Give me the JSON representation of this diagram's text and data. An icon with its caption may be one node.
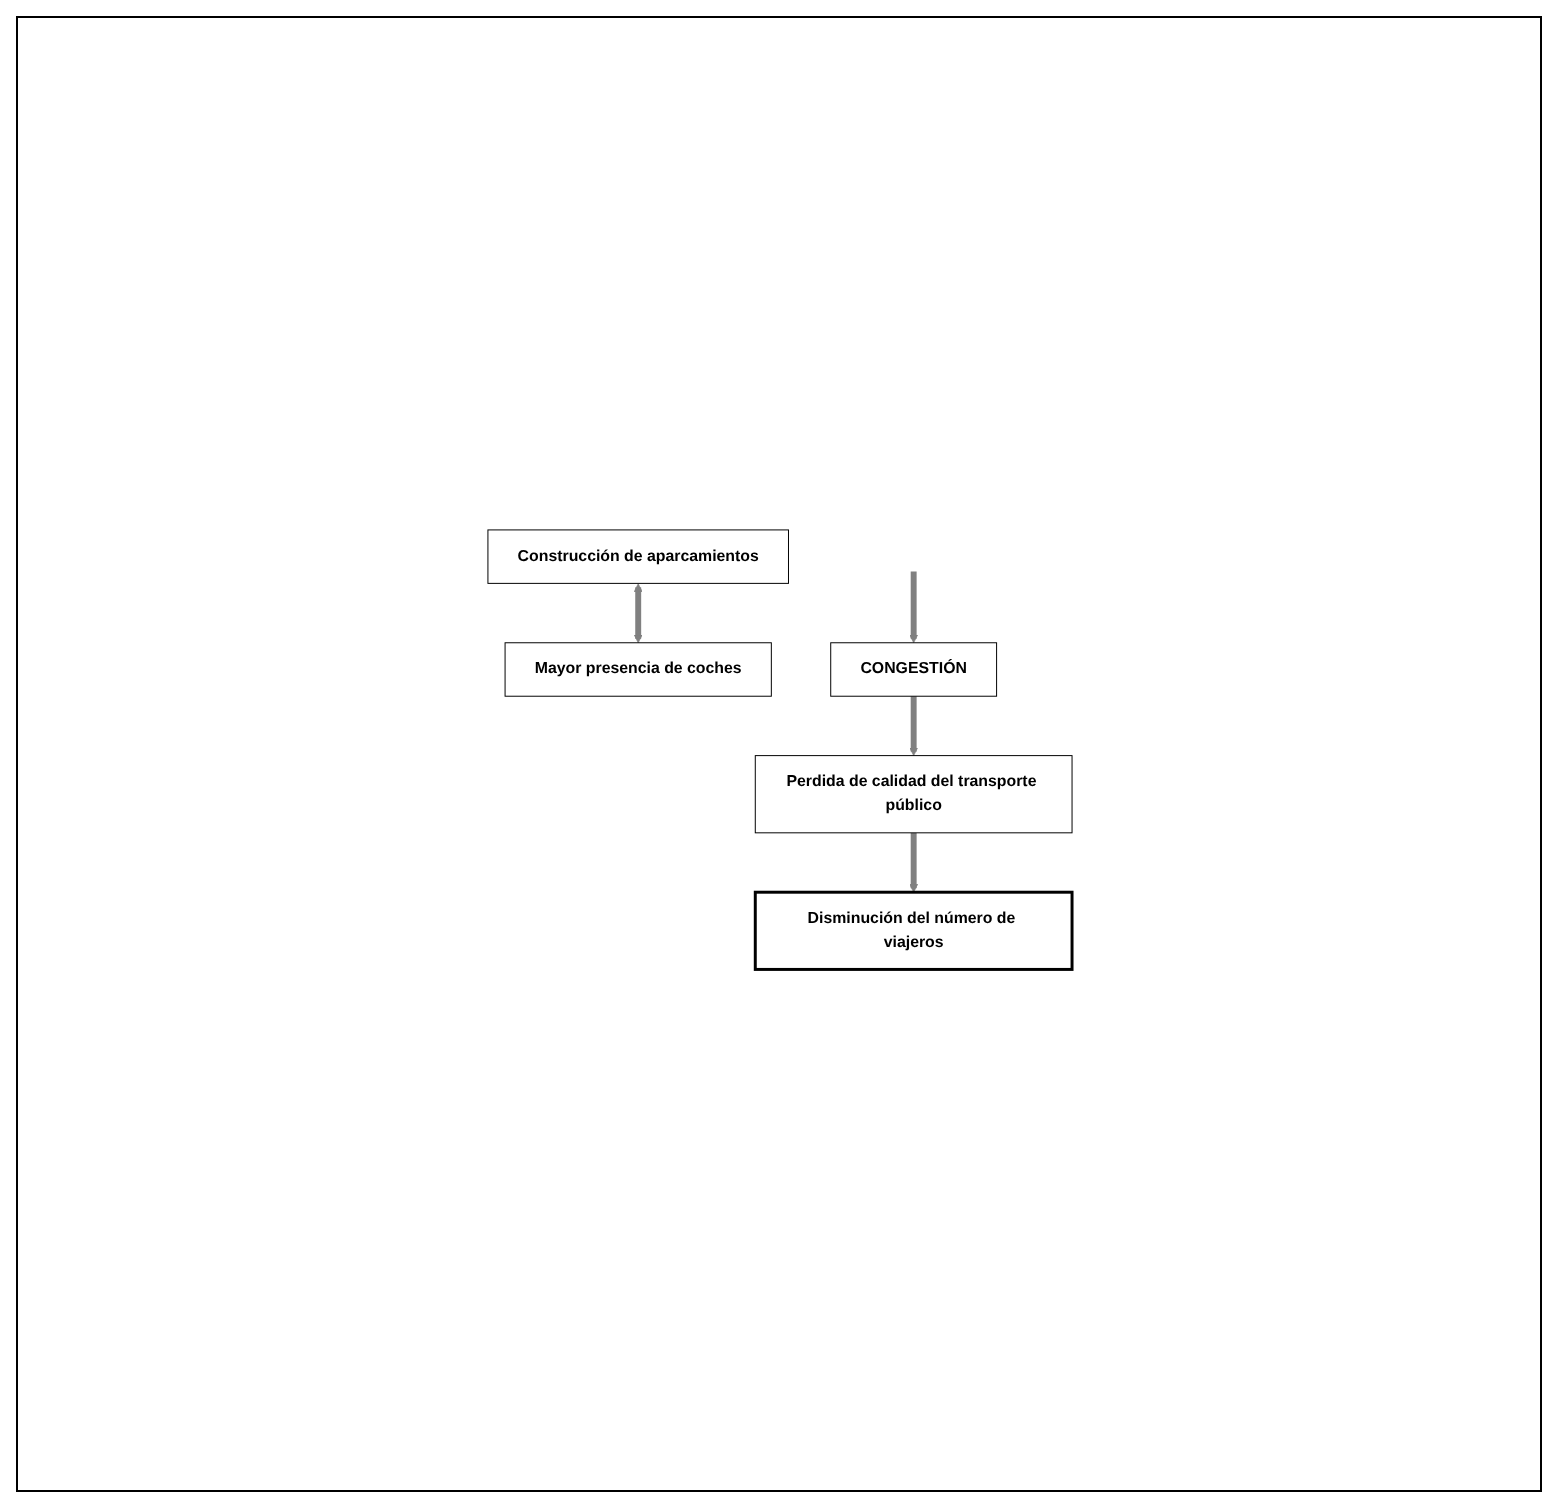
{
  "diagram": {
    "nodes": [
      {
        "text": [
          "Construcción de aparcamientos"
        ]
      },
      {
        "text": [
          "Mayor presencia de coches"
        ]
      },
      {
        "text": [
          "CONGESTIÓN"
        ]
      },
      {
        "text": [
          "Perdida de calidad del transporte público"
        ]
      },
      {
        "text": [
          "Disminución del número de viajeros"
        ]
      }
    ],
    "edges": [
      {
        "from": 0,
        "to": 1,
        "arrow": "both"
      },
      {
        "from": null,
        "to": 2,
        "arrow": "to"
      },
      {
        "from": 2,
        "to": 3,
        "arrow": "to"
      },
      {
        "from": 3,
        "to": 4,
        "arrow": "to"
      }
    ]
  }
}
